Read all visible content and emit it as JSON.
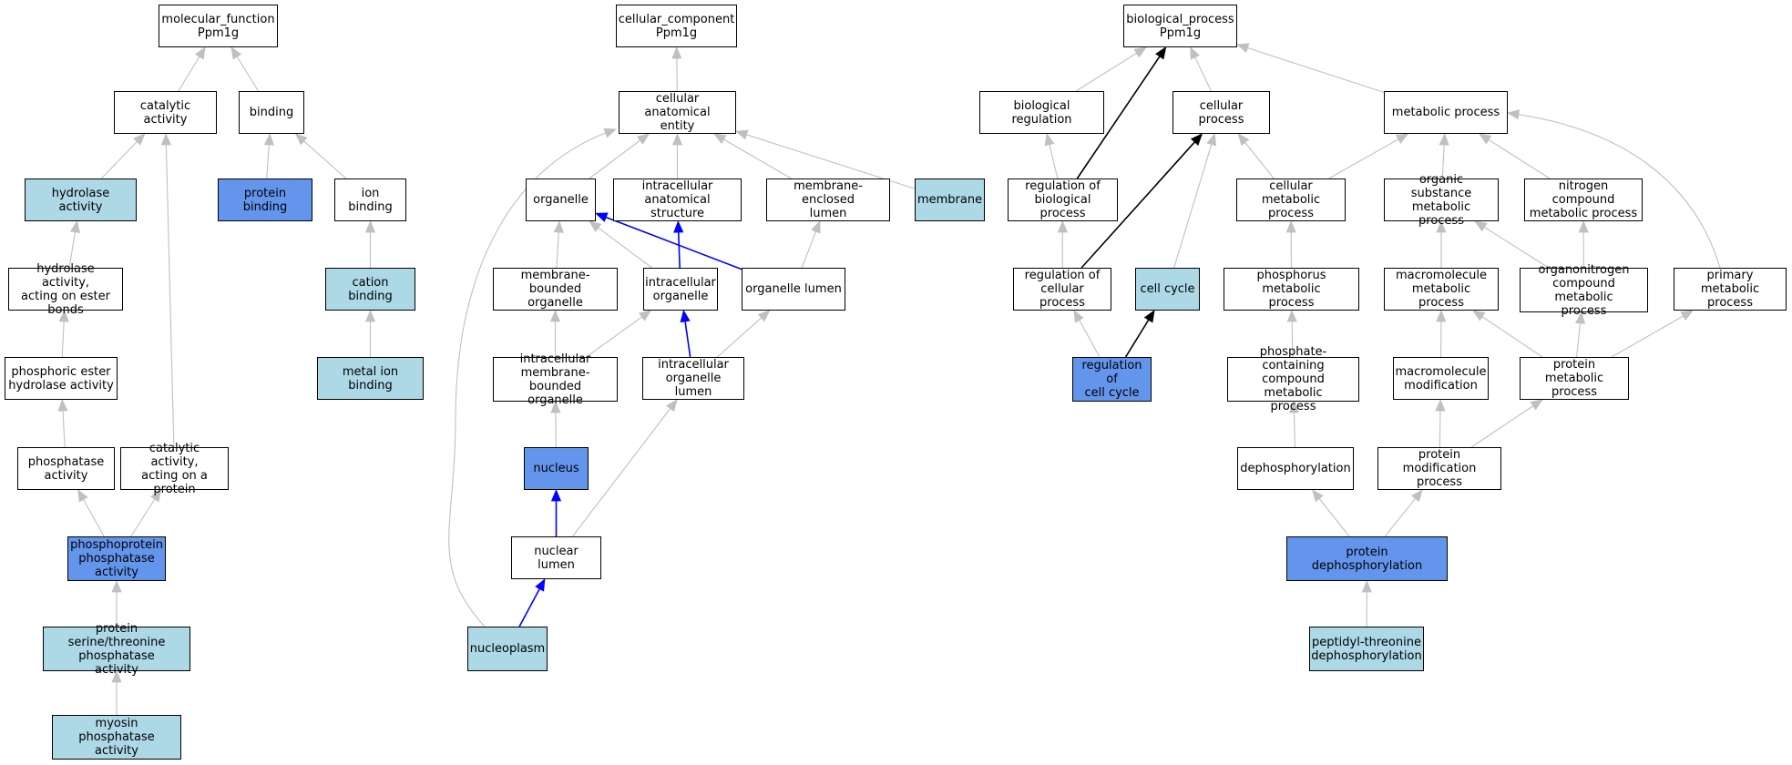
{
  "colors": {
    "white": "#ffffff",
    "light": "#add8e6",
    "dark": "#6495ed",
    "gray_edge": "#c0c0c0",
    "blue_edge": "#0000ff",
    "black_edge": "#000000"
  },
  "nodes": [
    {
      "id": "mf",
      "label": "molecular_function\nPpm1g",
      "fill": "white"
    },
    {
      "id": "cat",
      "label": "catalytic activity",
      "fill": "white"
    },
    {
      "id": "bind",
      "label": "binding",
      "fill": "white"
    },
    {
      "id": "hyd",
      "label": "hydrolase activity",
      "fill": "light"
    },
    {
      "id": "prot_bind",
      "label": "protein binding",
      "fill": "dark"
    },
    {
      "id": "ion",
      "label": "ion binding",
      "fill": "white"
    },
    {
      "id": "hyd_ester",
      "label": "hydrolase activity,\nacting on ester\nbonds",
      "fill": "white"
    },
    {
      "id": "cation",
      "label": "cation binding",
      "fill": "light"
    },
    {
      "id": "phos_ester",
      "label": "phosphoric ester\nhydrolase activity",
      "fill": "white"
    },
    {
      "id": "metal",
      "label": "metal ion binding",
      "fill": "light"
    },
    {
      "id": "phosphatase",
      "label": "phosphatase\nactivity",
      "fill": "white"
    },
    {
      "id": "cat_prot",
      "label": "catalytic activity,\nacting on a\nprotein",
      "fill": "white"
    },
    {
      "id": "pp_phos",
      "label": "phosphoprotein\nphosphatase\nactivity",
      "fill": "dark"
    },
    {
      "id": "ser_thr",
      "label": "protein serine/threonine\nphosphatase\nactivity",
      "fill": "light"
    },
    {
      "id": "myosin",
      "label": "myosin phosphatase\nactivity",
      "fill": "light"
    },
    {
      "id": "cc",
      "label": "cellular_component\nPpm1g",
      "fill": "white"
    },
    {
      "id": "cae",
      "label": "cellular anatomical\nentity",
      "fill": "white"
    },
    {
      "id": "organelle",
      "label": "organelle",
      "fill": "white"
    },
    {
      "id": "ias",
      "label": "intracellular\nanatomical structure",
      "fill": "white"
    },
    {
      "id": "mel",
      "label": "membrane-enclosed\nlumen",
      "fill": "white"
    },
    {
      "id": "membrane",
      "label": "membrane",
      "fill": "light"
    },
    {
      "id": "mbo",
      "label": "membrane-bounded\norganelle",
      "fill": "white"
    },
    {
      "id": "io",
      "label": "intracellular\norganelle",
      "fill": "white"
    },
    {
      "id": "ol",
      "label": "organelle lumen",
      "fill": "white"
    },
    {
      "id": "imbo",
      "label": "intracellular\nmembrane-bounded\norganelle",
      "fill": "white"
    },
    {
      "id": "iol",
      "label": "intracellular\norganelle lumen",
      "fill": "white"
    },
    {
      "id": "nucleus",
      "label": "nucleus",
      "fill": "dark"
    },
    {
      "id": "nl",
      "label": "nuclear lumen",
      "fill": "white"
    },
    {
      "id": "np",
      "label": "nucleoplasm",
      "fill": "light"
    },
    {
      "id": "bp",
      "label": "biological_process\nPpm1g",
      "fill": "white"
    },
    {
      "id": "breg",
      "label": "biological regulation",
      "fill": "white"
    },
    {
      "id": "cproc",
      "label": "cellular process",
      "fill": "white"
    },
    {
      "id": "mproc",
      "label": "metabolic process",
      "fill": "white"
    },
    {
      "id": "rbp",
      "label": "regulation of\nbiological process",
      "fill": "white"
    },
    {
      "id": "cmp",
      "label": "cellular metabolic\nprocess",
      "fill": "white"
    },
    {
      "id": "osmp",
      "label": "organic substance\nmetabolic process",
      "fill": "white"
    },
    {
      "id": "ncmp",
      "label": "nitrogen compound\nmetabolic process",
      "fill": "white"
    },
    {
      "id": "rcp",
      "label": "regulation of\ncellular process",
      "fill": "white"
    },
    {
      "id": "ccycle",
      "label": "cell cycle",
      "fill": "light"
    },
    {
      "id": "phmp",
      "label": "phosphorus metabolic\nprocess",
      "fill": "white"
    },
    {
      "id": "mmp",
      "label": "macromolecule\nmetabolic process",
      "fill": "white"
    },
    {
      "id": "oncmp",
      "label": "organonitrogen\ncompound metabolic\nprocess",
      "fill": "white"
    },
    {
      "id": "pmp",
      "label": "primary metabolic\nprocess",
      "fill": "white"
    },
    {
      "id": "rcc",
      "label": "regulation of\ncell cycle",
      "fill": "dark"
    },
    {
      "id": "pccmp",
      "label": "phosphate-containing\ncompound metabolic\nprocess",
      "fill": "white"
    },
    {
      "id": "mmod",
      "label": "macromolecule\nmodification",
      "fill": "white"
    },
    {
      "id": "protmp",
      "label": "protein metabolic\nprocess",
      "fill": "white"
    },
    {
      "id": "dephos",
      "label": "dephosphorylation",
      "fill": "white"
    },
    {
      "id": "pmodp",
      "label": "protein modification\nprocess",
      "fill": "white"
    },
    {
      "id": "pdephos",
      "label": "protein dephosphorylation",
      "fill": "dark"
    },
    {
      "id": "ptdephos",
      "label": "peptidyl-threonine\ndephosphorylation",
      "fill": "light"
    }
  ],
  "edges": [
    {
      "from": "cat",
      "to": "mf",
      "color": "gray"
    },
    {
      "from": "bind",
      "to": "mf",
      "color": "gray"
    },
    {
      "from": "hyd",
      "to": "cat",
      "color": "gray"
    },
    {
      "from": "cat_prot",
      "to": "cat",
      "color": "gray"
    },
    {
      "from": "prot_bind",
      "to": "bind",
      "color": "gray"
    },
    {
      "from": "ion",
      "to": "bind",
      "color": "gray"
    },
    {
      "from": "hyd_ester",
      "to": "hyd",
      "color": "gray"
    },
    {
      "from": "cation",
      "to": "ion",
      "color": "gray"
    },
    {
      "from": "phos_ester",
      "to": "hyd_ester",
      "color": "gray"
    },
    {
      "from": "metal",
      "to": "cation",
      "color": "gray"
    },
    {
      "from": "phosphatase",
      "to": "phos_ester",
      "color": "gray"
    },
    {
      "from": "pp_phos",
      "to": "phosphatase",
      "color": "gray"
    },
    {
      "from": "pp_phos",
      "to": "cat_prot",
      "color": "gray"
    },
    {
      "from": "ser_thr",
      "to": "pp_phos",
      "color": "gray"
    },
    {
      "from": "myosin",
      "to": "ser_thr",
      "color": "gray"
    },
    {
      "from": "cae",
      "to": "cc",
      "color": "gray"
    },
    {
      "from": "organelle",
      "to": "cae",
      "color": "gray"
    },
    {
      "from": "ias",
      "to": "cae",
      "color": "gray"
    },
    {
      "from": "mel",
      "to": "cae",
      "color": "gray"
    },
    {
      "from": "membrane",
      "to": "cae",
      "color": "gray"
    },
    {
      "from": "np",
      "to": "cae",
      "color": "gray",
      "curve": true
    },
    {
      "from": "mbo",
      "to": "organelle",
      "color": "gray"
    },
    {
      "from": "io",
      "to": "organelle",
      "color": "gray"
    },
    {
      "from": "ol",
      "to": "organelle",
      "color": "blue"
    },
    {
      "from": "io",
      "to": "ias",
      "color": "blue"
    },
    {
      "from": "ol",
      "to": "mel",
      "color": "gray"
    },
    {
      "from": "imbo",
      "to": "mbo",
      "color": "gray"
    },
    {
      "from": "imbo",
      "to": "io",
      "color": "gray"
    },
    {
      "from": "iol",
      "to": "io",
      "color": "blue"
    },
    {
      "from": "iol",
      "to": "ol",
      "color": "gray"
    },
    {
      "from": "nucleus",
      "to": "imbo",
      "color": "gray"
    },
    {
      "from": "nl",
      "to": "iol",
      "color": "gray"
    },
    {
      "from": "nl",
      "to": "nucleus",
      "color": "blue"
    },
    {
      "from": "np",
      "to": "nl",
      "color": "blue"
    },
    {
      "from": "breg",
      "to": "bp",
      "color": "gray"
    },
    {
      "from": "cproc",
      "to": "bp",
      "color": "gray"
    },
    {
      "from": "mproc",
      "to": "bp",
      "color": "gray"
    },
    {
      "from": "rbp",
      "to": "bp",
      "color": "black"
    },
    {
      "from": "rbp",
      "to": "breg",
      "color": "gray"
    },
    {
      "from": "cmp",
      "to": "cproc",
      "color": "gray"
    },
    {
      "from": "cmp",
      "to": "mproc",
      "color": "gray"
    },
    {
      "from": "osmp",
      "to": "mproc",
      "color": "gray"
    },
    {
      "from": "ncmp",
      "to": "mproc",
      "color": "gray"
    },
    {
      "from": "pmp",
      "to": "mproc",
      "color": "gray",
      "curve": true
    },
    {
      "from": "rcp",
      "to": "rbp",
      "color": "gray"
    },
    {
      "from": "rcp",
      "to": "cproc",
      "color": "black"
    },
    {
      "from": "ccycle",
      "to": "cproc",
      "color": "gray"
    },
    {
      "from": "phmp",
      "to": "cmp",
      "color": "gray"
    },
    {
      "from": "mmp",
      "to": "osmp",
      "color": "gray"
    },
    {
      "from": "oncmp",
      "to": "osmp",
      "color": "gray"
    },
    {
      "from": "oncmp",
      "to": "ncmp",
      "color": "gray"
    },
    {
      "from": "rcc",
      "to": "rcp",
      "color": "gray"
    },
    {
      "from": "rcc",
      "to": "ccycle",
      "color": "black"
    },
    {
      "from": "pccmp",
      "to": "phmp",
      "color": "gray"
    },
    {
      "from": "mmod",
      "to": "mmp",
      "color": "gray"
    },
    {
      "from": "protmp",
      "to": "mmp",
      "color": "gray"
    },
    {
      "from": "protmp",
      "to": "oncmp",
      "color": "gray"
    },
    {
      "from": "protmp",
      "to": "pmp",
      "color": "gray"
    },
    {
      "from": "dephos",
      "to": "pccmp",
      "color": "gray"
    },
    {
      "from": "pmodp",
      "to": "mmod",
      "color": "gray"
    },
    {
      "from": "pmodp",
      "to": "protmp",
      "color": "gray"
    },
    {
      "from": "pdephos",
      "to": "dephos",
      "color": "gray"
    },
    {
      "from": "pdephos",
      "to": "pmodp",
      "color": "gray"
    },
    {
      "from": "ptdephos",
      "to": "pdephos",
      "color": "gray"
    }
  ]
}
